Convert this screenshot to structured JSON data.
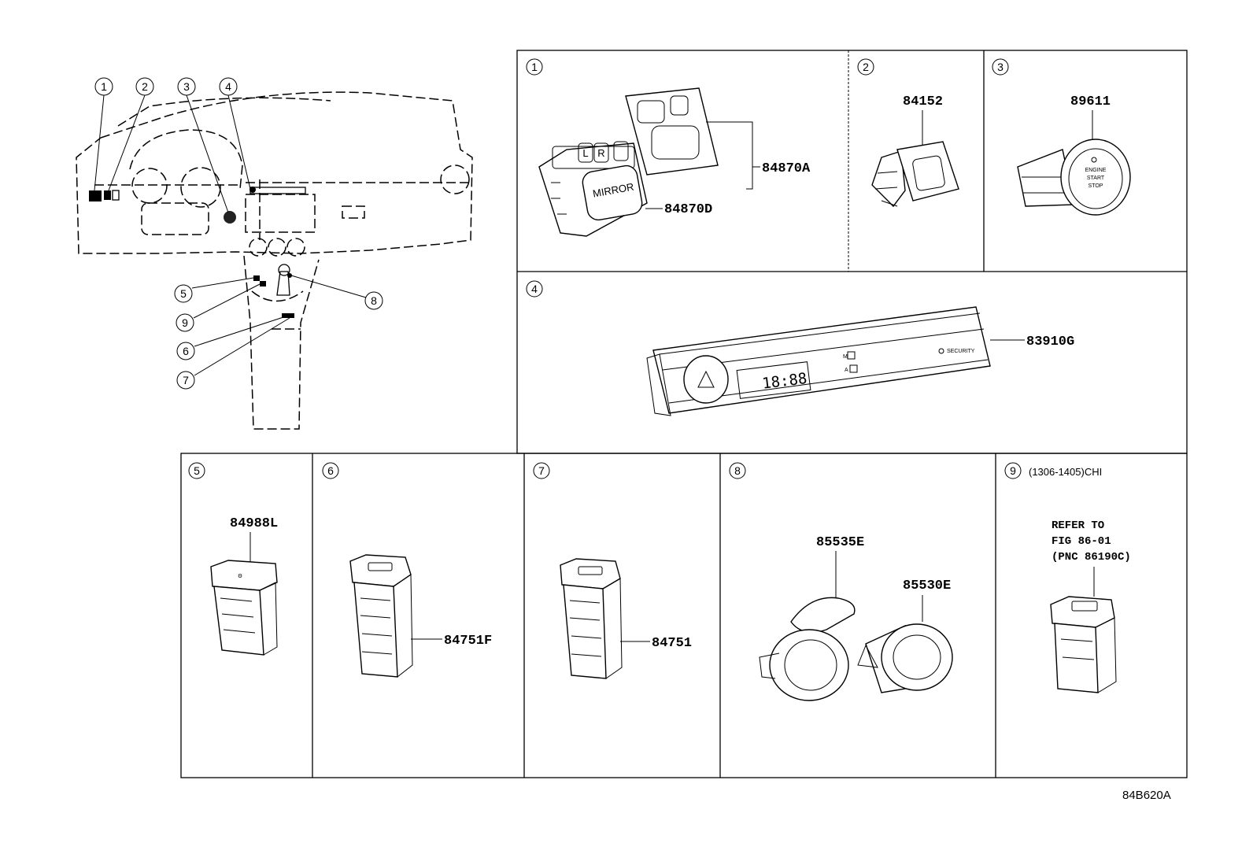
{
  "overview": {
    "callouts": [
      "1",
      "2",
      "3",
      "4",
      "5",
      "6",
      "7",
      "8",
      "9"
    ]
  },
  "panels": [
    {
      "id": "1",
      "parts": [
        "84870A",
        "84870D"
      ],
      "button_labels": {
        "mirror": "MIRROR",
        "left": "L",
        "right": "R"
      }
    },
    {
      "id": "2",
      "parts": [
        "84152"
      ]
    },
    {
      "id": "3",
      "parts": [
        "89611"
      ],
      "button_text": [
        "ENGINE",
        "START",
        "STOP"
      ]
    },
    {
      "id": "4",
      "parts": [
        "83910G"
      ],
      "clock_display": "18:88",
      "indicator_labels": {
        "m": "M",
        "a": "A",
        "security": "SECURITY"
      }
    },
    {
      "id": "5",
      "parts": [
        "84988L"
      ]
    },
    {
      "id": "6",
      "parts": [
        "84751F"
      ]
    },
    {
      "id": "7",
      "parts": [
        "84751"
      ]
    },
    {
      "id": "8",
      "parts": [
        "85535E",
        "85530E"
      ]
    },
    {
      "id": "9",
      "parts": [],
      "note": "(1306-1405)CHI",
      "refer": [
        "REFER TO",
        "FIG 86-01",
        "(PNC 86190C)"
      ]
    }
  ],
  "figure_id": "84B620A"
}
